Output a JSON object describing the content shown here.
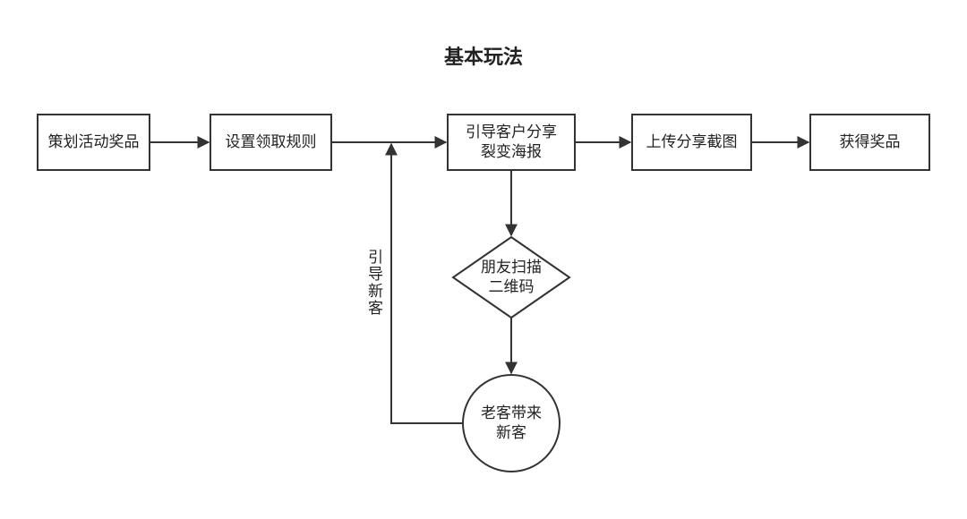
{
  "title": "基本玩法",
  "colors": {
    "stroke": "#333333",
    "background": "#ffffff",
    "text": "#222222"
  },
  "nodes": {
    "plan_prize": {
      "label": "策划活动奖品",
      "shape": "rectangle"
    },
    "set_rules": {
      "label": "设置领取规则",
      "shape": "rectangle"
    },
    "share_poster": {
      "label": "引导客户分享裂变海报",
      "shape": "rectangle"
    },
    "upload_screenshot": {
      "label": "上传分享截图",
      "shape": "rectangle"
    },
    "get_prize": {
      "label": "获得奖品",
      "shape": "rectangle"
    },
    "scan_qr": {
      "label": "朋友扫描二维码",
      "shape": "diamond"
    },
    "referral": {
      "label": "老客带来新客",
      "shape": "circle"
    }
  },
  "edges": {
    "loop_label": "引导新客"
  }
}
